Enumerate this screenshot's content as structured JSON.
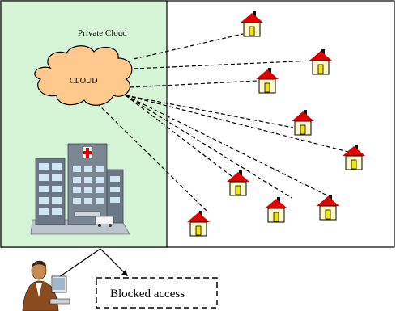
{
  "private_cloud": {
    "label": "Private Cloud"
  },
  "cloud": {
    "label": "CLOUD"
  },
  "blocked": {
    "label": "Blocked access"
  },
  "colors": {
    "private_zone_fill": "#d6f5d6",
    "cloud_fill": "#ffc98e",
    "roof": "#e00000",
    "house_wall": "#fff9c8",
    "door": "#f2e600",
    "chimney": "#111111",
    "hospital": "#6b7784",
    "hospital_windows": "#cfe6f4",
    "hospital_cross": "#e00000"
  },
  "icons": {
    "cloud": "cloud-icon",
    "hospital": "hospital-icon",
    "house": "house-icon",
    "user": "user-at-computer-icon"
  },
  "houses_count": 9
}
